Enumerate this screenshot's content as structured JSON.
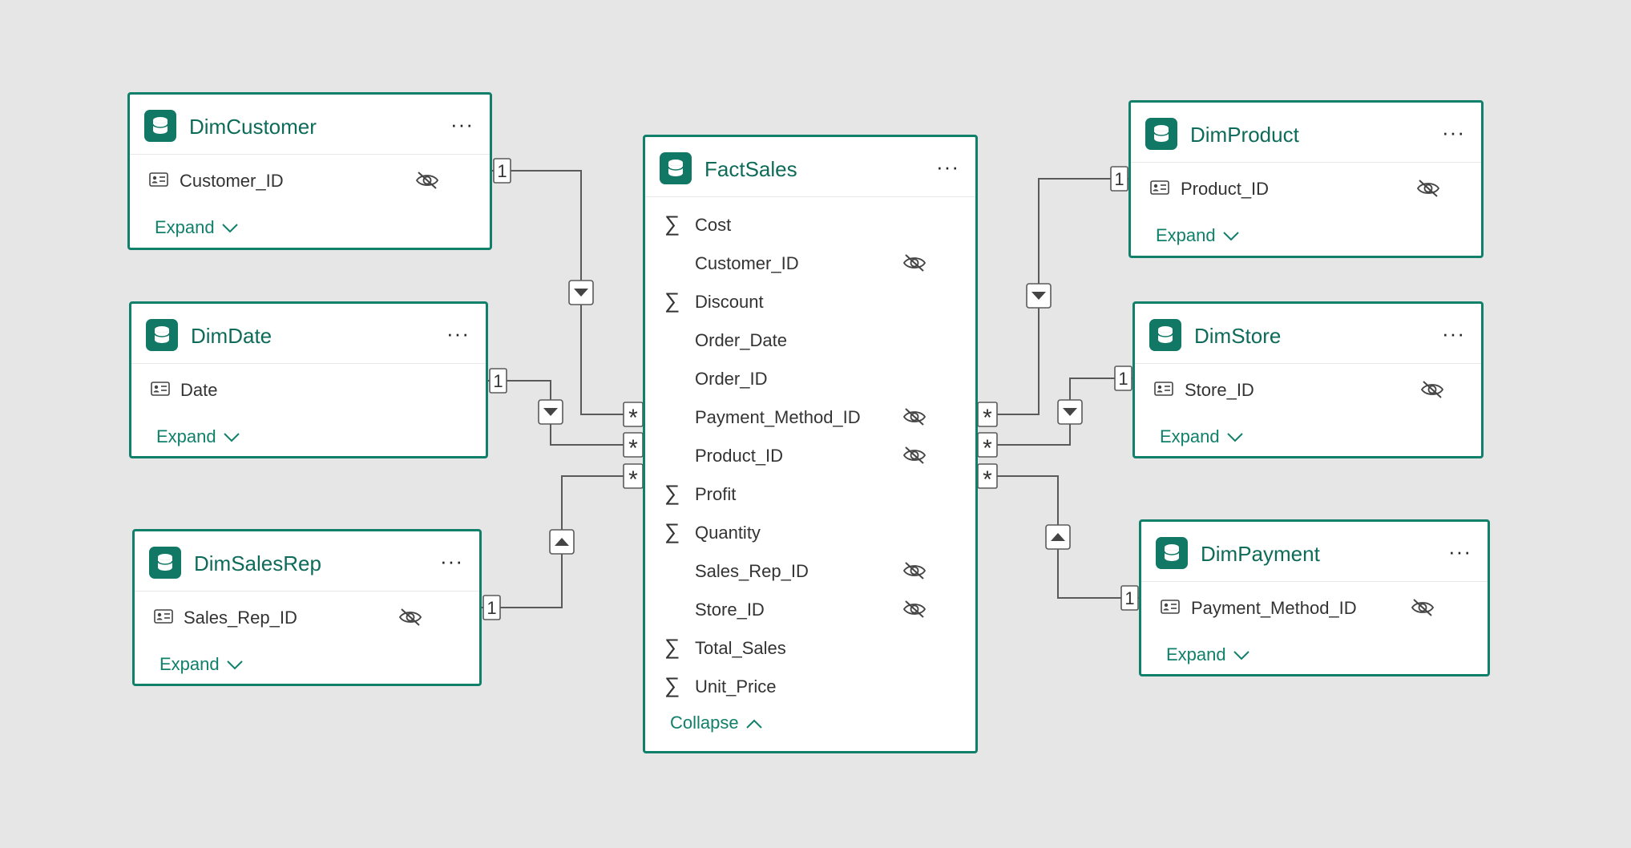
{
  "colors": {
    "background": "#e6e6e6",
    "table_border": "#11806a",
    "table_title": "#0e6b5a",
    "table_icon": "#117865",
    "link_text": "#11806a",
    "line": "#5a5a5a"
  },
  "icons": {
    "table": "database-icon",
    "key_field": "id-card-icon",
    "measure": "sigma-icon",
    "hidden": "eye-off-icon",
    "menu": "more-dots-icon",
    "filter_direction_down": "triangle-down-icon",
    "filter_direction_up": "triangle-up-icon"
  },
  "tables": {
    "dimcustomer": {
      "name": "DimCustomer",
      "menu": "···",
      "toggle": "Expand",
      "fields": [
        {
          "name": "Customer_ID",
          "icon": "id-card-icon",
          "hidden": true
        }
      ]
    },
    "dimdate": {
      "name": "DimDate",
      "menu": "···",
      "toggle": "Expand",
      "fields": [
        {
          "name": "Date",
          "icon": "id-card-icon",
          "hidden": false
        }
      ]
    },
    "dimsalesrep": {
      "name": "DimSalesRep",
      "menu": "···",
      "toggle": "Expand",
      "fields": [
        {
          "name": "Sales_Rep_ID",
          "icon": "id-card-icon",
          "hidden": true
        }
      ]
    },
    "factsales": {
      "name": "FactSales",
      "menu": "···",
      "toggle": "Collapse",
      "fields": [
        {
          "name": "Cost",
          "icon": "sigma-icon",
          "hidden": false
        },
        {
          "name": "Customer_ID",
          "icon": "none",
          "hidden": true
        },
        {
          "name": "Discount",
          "icon": "sigma-icon",
          "hidden": false
        },
        {
          "name": "Order_Date",
          "icon": "none",
          "hidden": false
        },
        {
          "name": "Order_ID",
          "icon": "none",
          "hidden": false
        },
        {
          "name": "Payment_Method_ID",
          "icon": "none",
          "hidden": true
        },
        {
          "name": "Product_ID",
          "icon": "none",
          "hidden": true
        },
        {
          "name": "Profit",
          "icon": "sigma-icon",
          "hidden": false
        },
        {
          "name": "Quantity",
          "icon": "sigma-icon",
          "hidden": false
        },
        {
          "name": "Sales_Rep_ID",
          "icon": "none",
          "hidden": true
        },
        {
          "name": "Store_ID",
          "icon": "none",
          "hidden": true
        },
        {
          "name": "Total_Sales",
          "icon": "sigma-icon",
          "hidden": false
        },
        {
          "name": "Unit_Price",
          "icon": "sigma-icon",
          "hidden": false
        }
      ]
    },
    "dimproduct": {
      "name": "DimProduct",
      "menu": "···",
      "toggle": "Expand",
      "fields": [
        {
          "name": "Product_ID",
          "icon": "id-card-icon",
          "hidden": true
        }
      ]
    },
    "dimstore": {
      "name": "DimStore",
      "menu": "···",
      "toggle": "Expand",
      "fields": [
        {
          "name": "Store_ID",
          "icon": "id-card-icon",
          "hidden": true
        }
      ]
    },
    "dimpayment": {
      "name": "DimPayment",
      "menu": "···",
      "toggle": "Expand",
      "fields": [
        {
          "name": "Payment_Method_ID",
          "icon": "id-card-icon",
          "hidden": true
        }
      ]
    }
  },
  "relationships": [
    {
      "from": "DimCustomer",
      "to": "FactSales",
      "one_label": "1",
      "many_label": "*",
      "filter_direction": "down"
    },
    {
      "from": "DimDate",
      "to": "FactSales",
      "one_label": "1",
      "many_label": "*",
      "filter_direction": "down"
    },
    {
      "from": "DimSalesRep",
      "to": "FactSales",
      "one_label": "1",
      "many_label": "*",
      "filter_direction": "up"
    },
    {
      "from": "DimProduct",
      "to": "FactSales",
      "one_label": "1",
      "many_label": "*",
      "filter_direction": "down"
    },
    {
      "from": "DimStore",
      "to": "FactSales",
      "one_label": "1",
      "many_label": "*",
      "filter_direction": "down"
    },
    {
      "from": "DimPayment",
      "to": "FactSales",
      "one_label": "1",
      "many_label": "*",
      "filter_direction": "up"
    }
  ]
}
